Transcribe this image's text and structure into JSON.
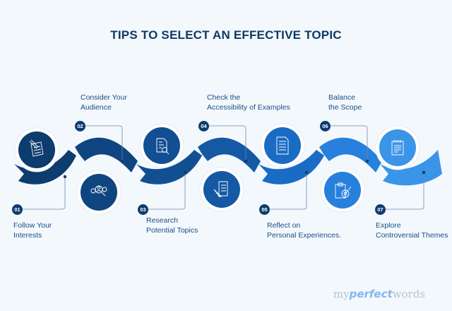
{
  "title": "TIPS TO SELECT AN EFFECTIVE TOPIC",
  "steps": [
    {
      "num": "01",
      "label_line1": "Follow Your",
      "label_line2": "Interests",
      "icon": "notepad-pen-icon",
      "color": "#0d3c6e"
    },
    {
      "num": "02",
      "label_line1": "Consider Your",
      "label_line2": "Audience",
      "icon": "audience-search-icon",
      "color": "#0f4580"
    },
    {
      "num": "03",
      "label_line1": "Research",
      "label_line2": "Potential Topics",
      "icon": "document-magnifier-icon",
      "color": "#124f92"
    },
    {
      "num": "04",
      "label_line1": "Check the",
      "label_line2": "Accessibility of Examples",
      "icon": "document-pencil-icon",
      "color": "#1559a5"
    },
    {
      "num": "05",
      "label_line1": "Reflect on",
      "label_line2": "Personal Experiences.",
      "icon": "document-lines-icon",
      "color": "#1a6bc4"
    },
    {
      "num": "06",
      "label_line1": "Balance",
      "label_line2": "the Scope",
      "icon": "clipboard-target-icon",
      "color": "#2680dc"
    },
    {
      "num": "07",
      "label_line1": "Explore",
      "label_line2": "Controversial Themes",
      "icon": "spiral-notepad-icon",
      "color": "#3a94e8"
    }
  ],
  "logo": {
    "part1": "my",
    "part2": "perfect",
    "part3": "words"
  }
}
